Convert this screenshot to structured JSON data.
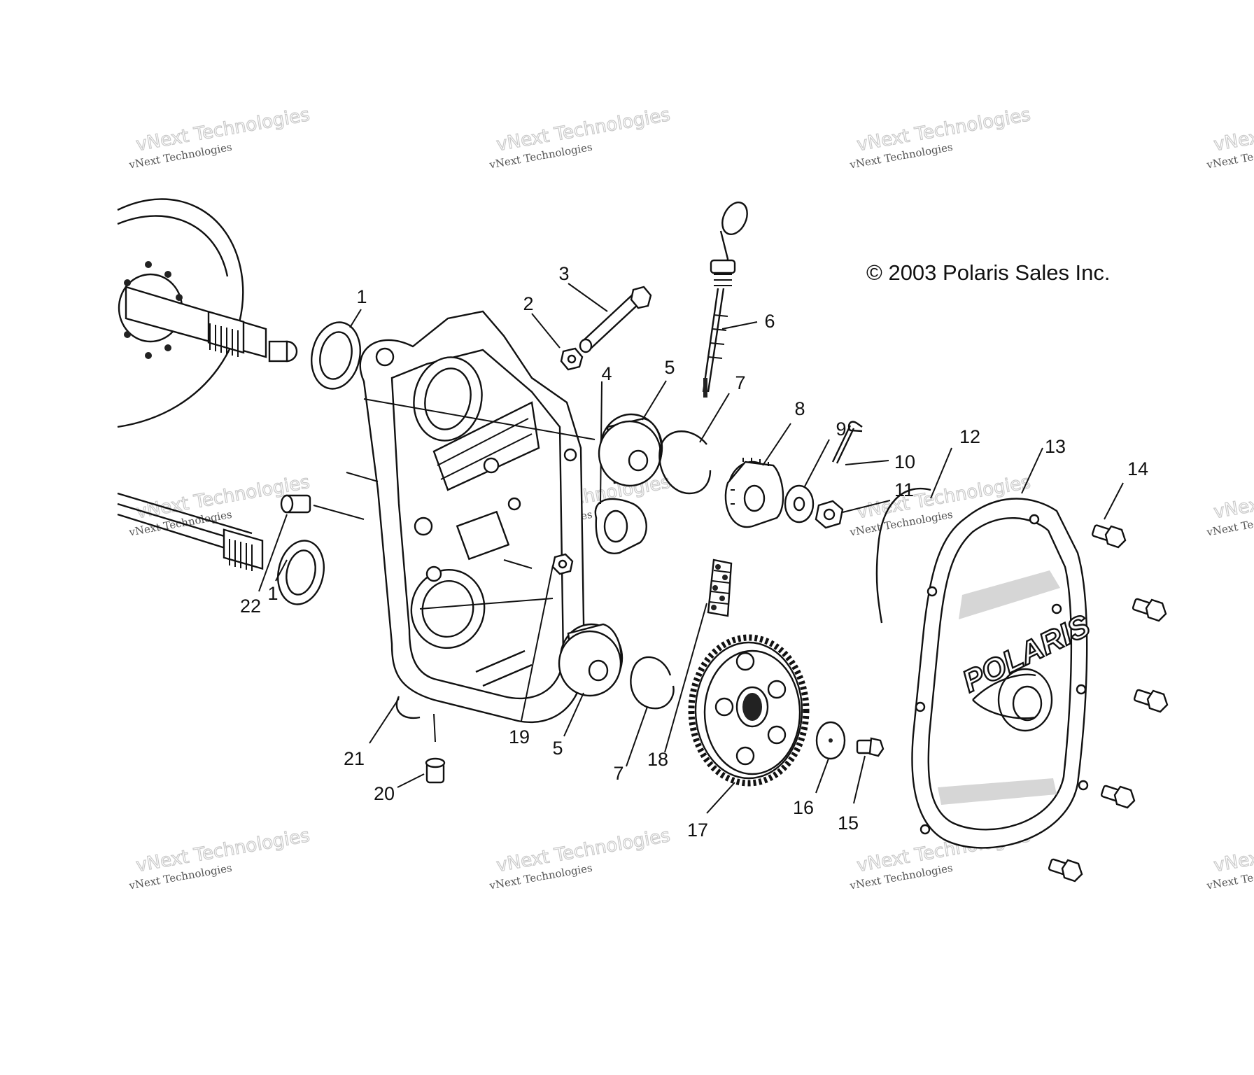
{
  "copyright": "© 2003 Polaris Sales Inc.",
  "cover_logo": "POLARIS",
  "watermark": "vNext Technologies",
  "callouts": {
    "c1a": "1",
    "c1b": "1",
    "c2": "2",
    "c3": "3",
    "c4": "4",
    "c5a": "5",
    "c5b": "5",
    "c6": "6",
    "c7a": "7",
    "c7b": "7",
    "c8": "8",
    "c9": "9",
    "c10": "10",
    "c11": "11",
    "c12": "12",
    "c13": "13",
    "c14": "14",
    "c15": "15",
    "c16": "16",
    "c17": "17",
    "c18": "18",
    "c19": "19",
    "c20": "20",
    "c21": "21",
    "c22": "22"
  }
}
